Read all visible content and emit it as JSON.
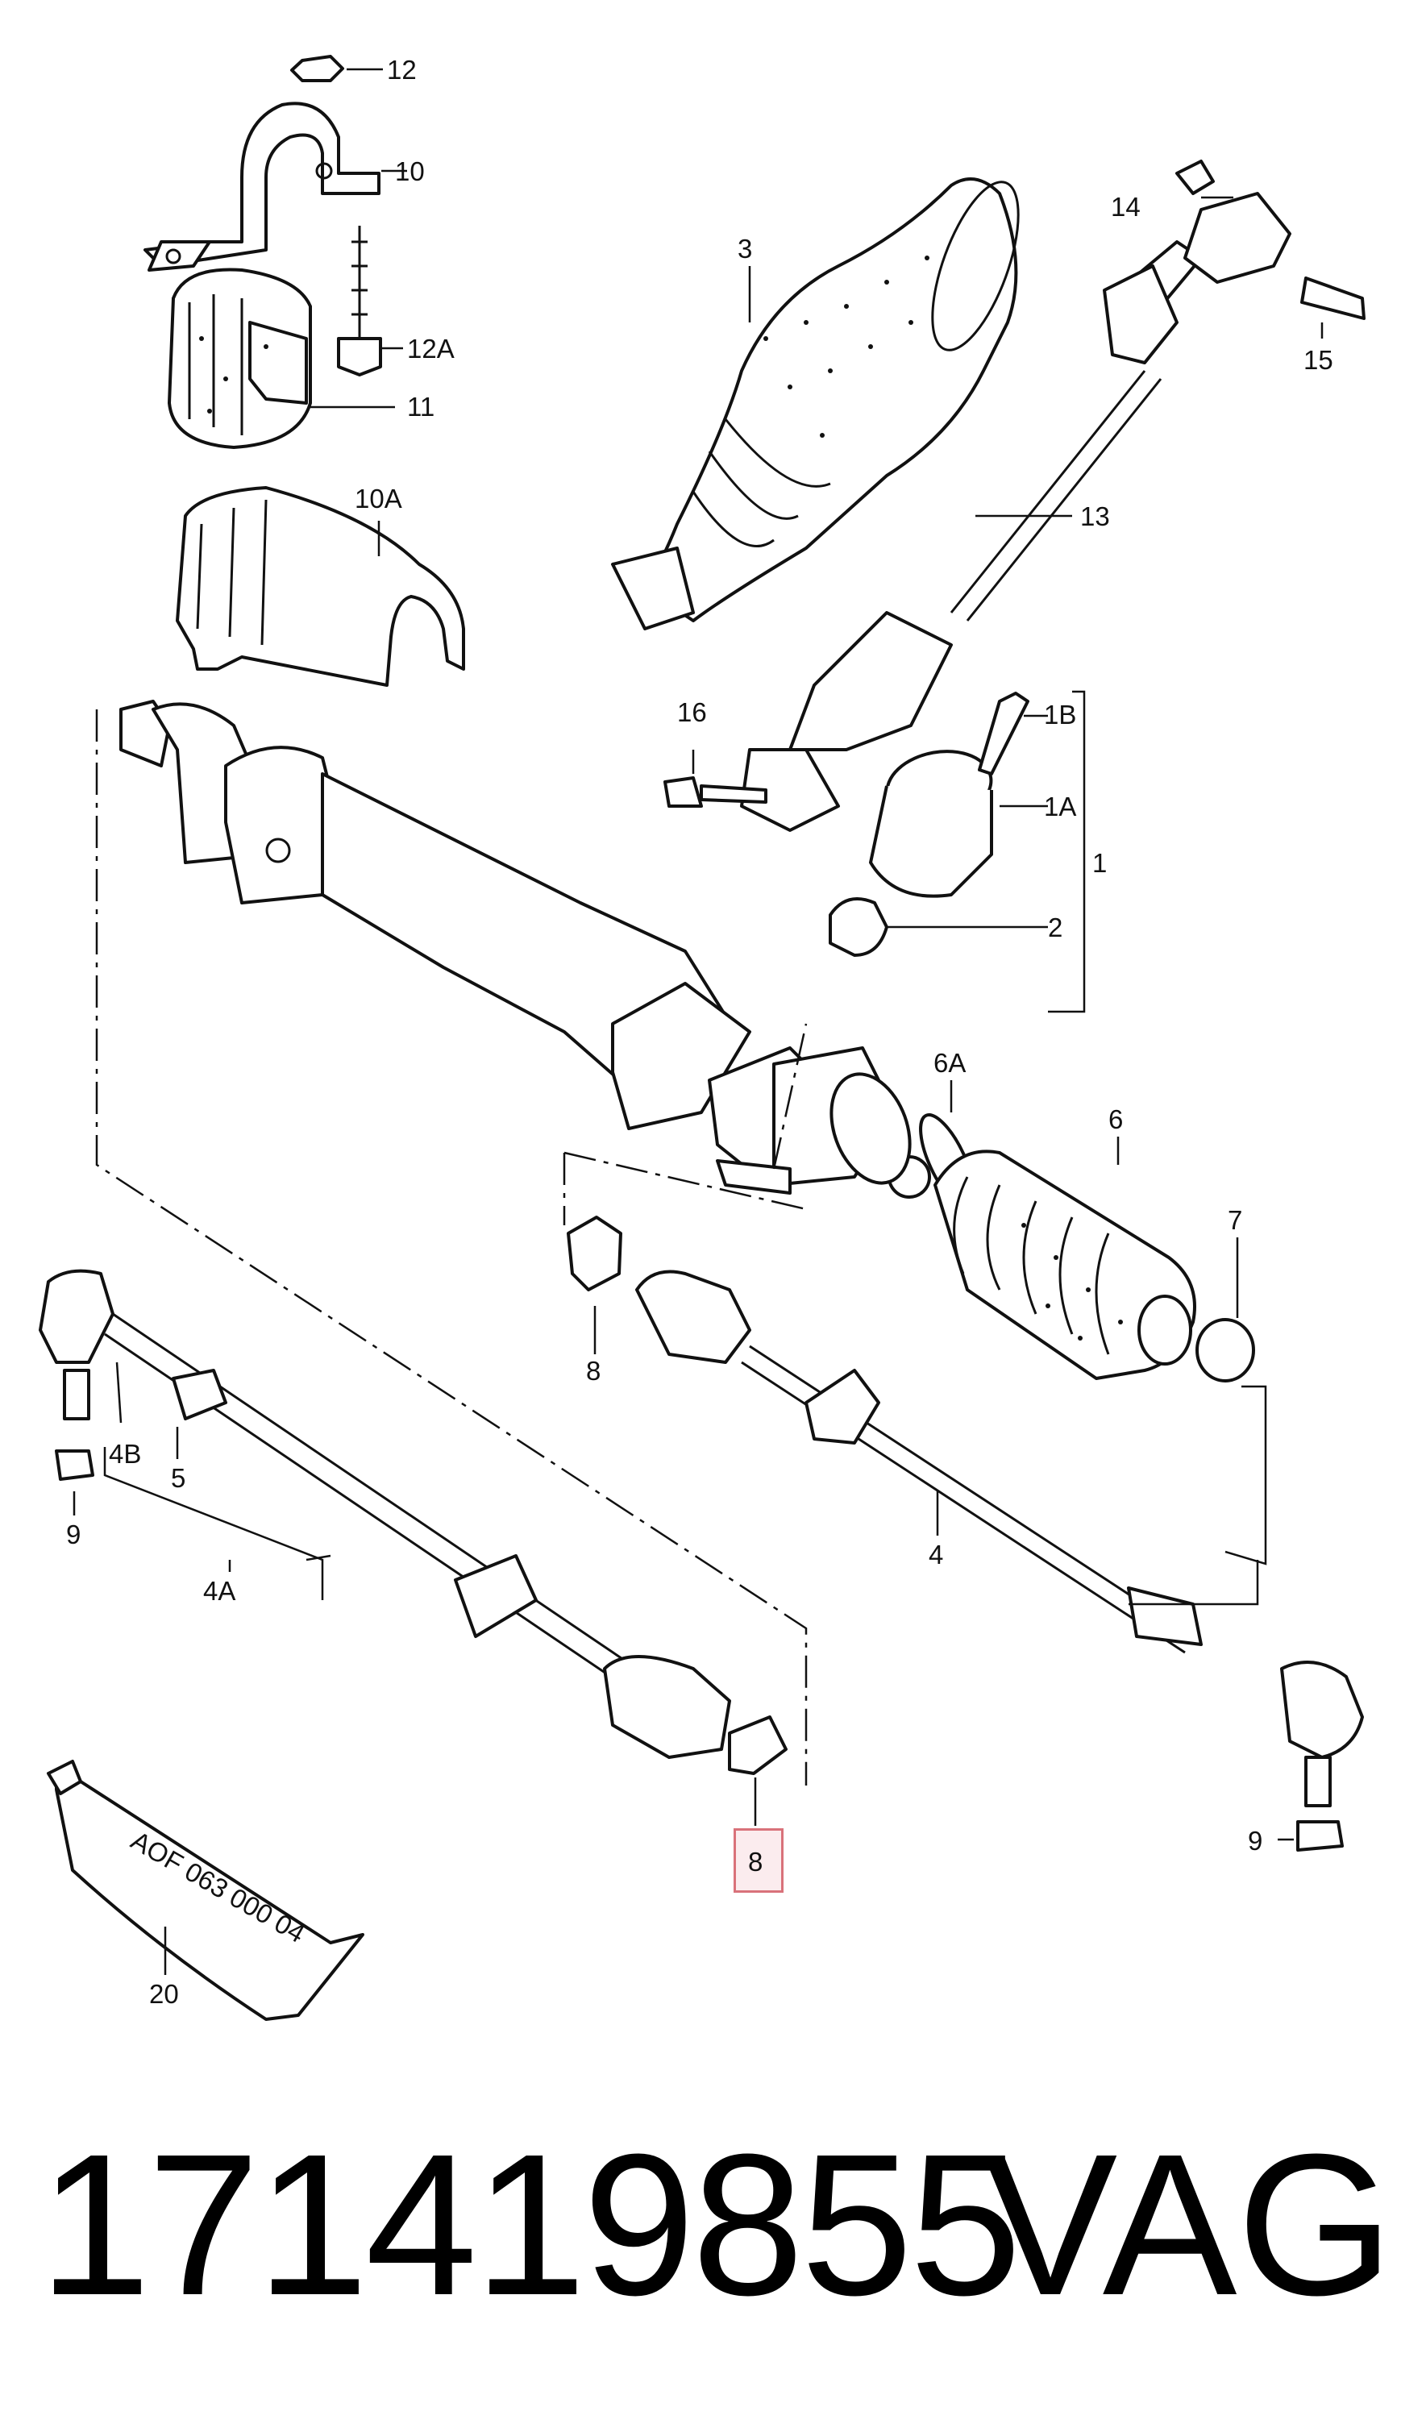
{
  "labels": {
    "l12": "12",
    "l10": "10",
    "l12A": "12A",
    "l11": "11",
    "l10A": "10A",
    "l3": "3",
    "l14": "14",
    "l15": "15",
    "l13": "13",
    "l16": "16",
    "l1B": "1B",
    "l1A": "1A",
    "l1": "1",
    "l2": "2",
    "l6A": "6A",
    "l6": "6",
    "l7": "7",
    "l8a": "8",
    "l8b": "8",
    "l4B": "4B",
    "l5": "5",
    "l9a": "9",
    "l4A": "4A",
    "l4": "4",
    "l9b": "9",
    "l20": "20"
  },
  "tube_text": "AOF 063 000 04",
  "footer": {
    "part_number": "171419855",
    "brand": "VAG"
  },
  "colors": {
    "highlight_border": "#d9727a",
    "highlight_fill": "#f3c8cd",
    "ink": "#111111"
  }
}
